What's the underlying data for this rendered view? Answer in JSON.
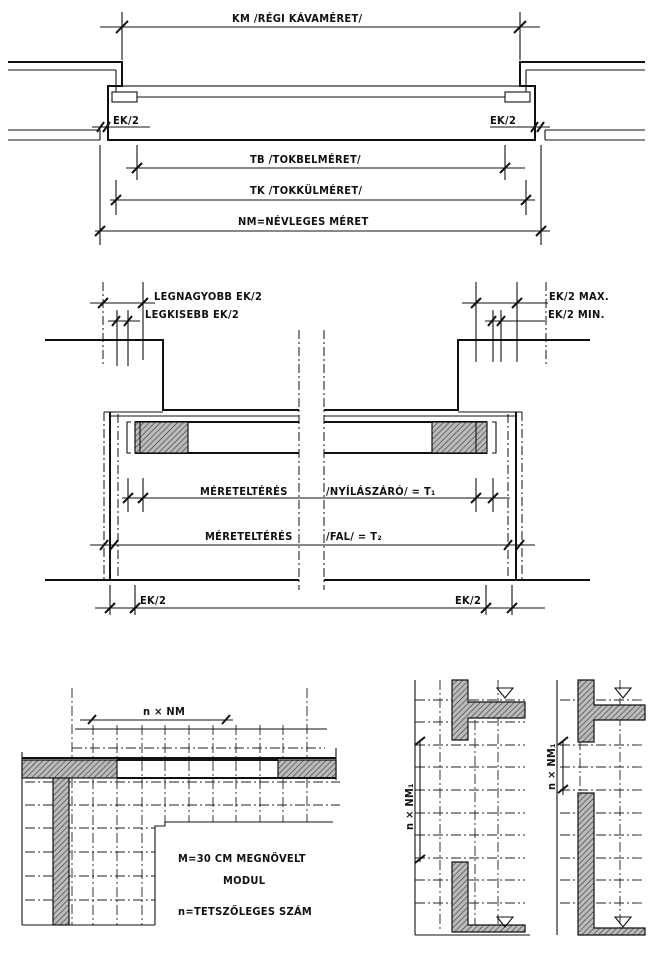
{
  "top": {
    "km_label": "KM  /RÉGI KÁVAMÉRET/",
    "ek_left": "EK/2",
    "ek_right": "EK/2",
    "tb_label": "TB  /TOKBELMÉRET/",
    "tk_label": "TK  /TOKKÜLMÉRET/",
    "nm_label": "NM=NÉVLEGES  MÉRET"
  },
  "middle": {
    "largest_label": "LEGNAGYOBB  EK/2",
    "smallest_label": "LEGKISEBB  EK/2",
    "max_label": "EK/2  MAX.",
    "min_label": "EK/2  MIN.",
    "dev1_label": "MÉRETELTÉRÉS",
    "dev1_suffix": "/NYÍLÁSZÁRÓ/ = T₁",
    "dev2_label": "MÉRETELTÉRÉS",
    "dev2_suffix": "/FAL/ = T₂",
    "ek_bottom_left": "EK/2",
    "ek_bottom_right": "EK/2"
  },
  "bottom_left": {
    "dim_label": "n × NM",
    "note_line1": "M=30 CM  MEGNÖVELT",
    "note_line2": "MODUL",
    "note_line3": "n=TETSZŐLEGES  SZÁM"
  },
  "bottom_right": {
    "dim_left": "n × NM₁",
    "dim_right": "n × NM₁"
  }
}
